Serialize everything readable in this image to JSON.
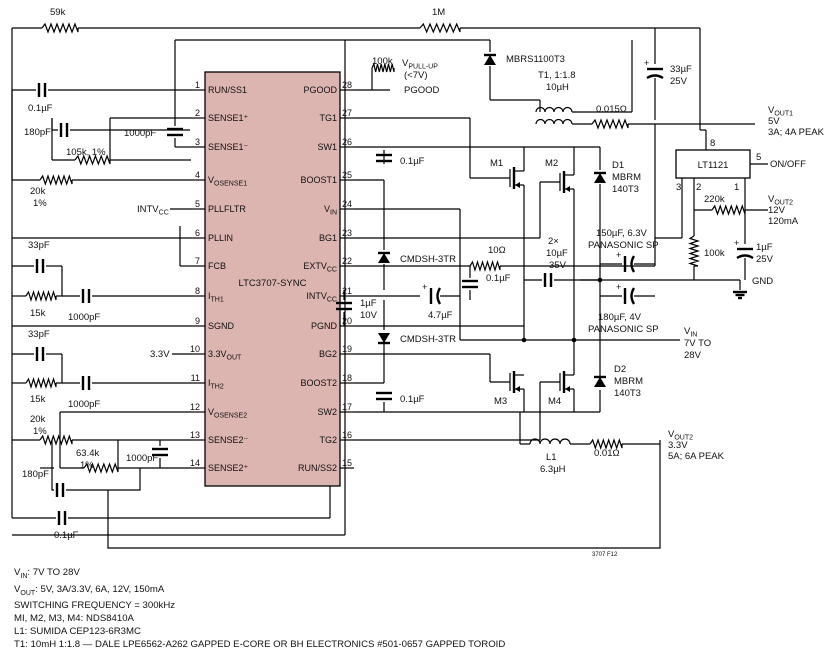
{
  "chip": {
    "name": "LTC3707-SYNC",
    "color": "#dcb4b0",
    "left_pins": [
      {
        "num": "1",
        "name": "RUN/SS1"
      },
      {
        "num": "2",
        "name": "SENSE1⁺"
      },
      {
        "num": "3",
        "name": "SENSE1⁻"
      },
      {
        "num": "4",
        "name": "VOSENSE1"
      },
      {
        "num": "5",
        "name": "PLLFLTR"
      },
      {
        "num": "6",
        "name": "PLLIN"
      },
      {
        "num": "7",
        "name": "FCB"
      },
      {
        "num": "8",
        "name": "ITH1"
      },
      {
        "num": "9",
        "name": "SGND"
      },
      {
        "num": "10",
        "name": "3.3VOUT"
      },
      {
        "num": "11",
        "name": "ITH2"
      },
      {
        "num": "12",
        "name": "VOSENSE2"
      },
      {
        "num": "13",
        "name": "SENSE2⁻"
      },
      {
        "num": "14",
        "name": "SENSE2⁺"
      }
    ],
    "right_pins": [
      {
        "num": "28",
        "name": "PGOOD"
      },
      {
        "num": "27",
        "name": "TG1"
      },
      {
        "num": "26",
        "name": "SW1"
      },
      {
        "num": "25",
        "name": "BOOST1"
      },
      {
        "num": "24",
        "name": "VIN"
      },
      {
        "num": "23",
        "name": "BG1"
      },
      {
        "num": "22",
        "name": "EXTVCC"
      },
      {
        "num": "21",
        "name": "INTVCC"
      },
      {
        "num": "20",
        "name": "PGND"
      },
      {
        "num": "19",
        "name": "BG2"
      },
      {
        "num": "18",
        "name": "BOOST2"
      },
      {
        "num": "17",
        "name": "SW2"
      },
      {
        "num": "16",
        "name": "TG2"
      },
      {
        "num": "15",
        "name": "RUN/SS2"
      }
    ]
  },
  "regulator": {
    "name": "LT1121",
    "pins": [
      "8",
      "5",
      "3",
      "2",
      "1"
    ],
    "on_off": "ON/OFF"
  },
  "components": {
    "r_59k": "59k",
    "r_1m": "1M",
    "c_0_1_top": "0.1µF",
    "c_180p_top": "180pF",
    "c_1000p_top": "1000pF",
    "r_105k": "105k, 1%",
    "r_20k_top": "20k",
    "r_20k_top_tol": "1%",
    "intvcc_label": "INTVCC",
    "c_33p_top": "33pF",
    "r_15k_top": "15k",
    "c_1000p_ith1": "1000pF",
    "v_3v3": "3.3V",
    "c_33p_bot": "33pF",
    "r_15k_bot": "15k",
    "c_1000p_ith2": "1000pF",
    "r_20k_bot": "20k",
    "r_20k_bot_tol": "1%",
    "r_63k4": "63.4k",
    "r_63k4_tol": "1%",
    "c_180p_bot": "180pF",
    "c_1000p_bot": "1000pF",
    "c_0_1_bot": "0.1µF",
    "r_100k_pullup": "100k",
    "v_pullup": "VPULL-UP",
    "v_pullup_max": "(<7V)",
    "pgood_label": "PGOOD",
    "d_mbrs": "MBRS1100T3",
    "t1_name": "T1, 1:1.8",
    "t1_ind": "10µH",
    "r_sense1": "0.015Ω",
    "c_33u": "33µF",
    "c_33u_v": "25V",
    "c_boost1": "0.1µF",
    "d_cmdsh1": "CMDSH-3TR",
    "r_10": "10Ω",
    "c_0_1_ext": "0.1µF",
    "c_4_7u": "4.7µF",
    "c_1u": "1µF",
    "c_1u_v": "10V",
    "d_cmdsh2": "CMDSH-3TR",
    "c_boost2": "0.1µF",
    "m1": "M1",
    "m2": "M2",
    "m3": "M3",
    "m4": "M4",
    "d1": "D1",
    "d1_part": "MBRM",
    "d1_part2": "140T3",
    "d2": "D2",
    "d2_part": "MBRM",
    "d2_part2": "140T3",
    "c_2x": "2×",
    "c_2x_val": "10µF",
    "c_2x_v": "35V",
    "c_150u": "150µF, 6.3V",
    "c_150u_type": "PANASONIC SP",
    "c_180u": "180µF, 4V",
    "c_180u_type": "PANASONIC SP",
    "l1": "L1",
    "l1_val": "6.3µH",
    "r_sense2": "0.01Ω",
    "r_220k": "220k",
    "r_100k": "100k",
    "c_1u_reg": "1µF",
    "c_1u_reg_v": "25V",
    "gnd": "GND",
    "fig_id": "3707 F12"
  },
  "outputs": {
    "vout1": "VOUT1",
    "vout1_v": "5V",
    "vout1_i": "3A; 4A PEAK",
    "vout2": "VOUT2",
    "vout2_v": "12V",
    "vout2_i": "120mA",
    "vin": "VIN",
    "vin_v": "7V TO",
    "vin_v2": "28V",
    "vout3": "VOUT2",
    "vout3_v": "3.3V",
    "vout3_i": "5A; 6A PEAK"
  },
  "notes": [
    "VIN: 7V TO 28V",
    "VOUT: 5V, 3A/3.3V, 6A, 12V, 150mA",
    "SWITCHING FREQUENCY = 300kHz",
    "MI, M2, M3, M4: NDS8410A",
    "L1: SUMIDA CEP123-6R3MC",
    "T1: 10mH 1:1.8 — DALE LPE6562-A262 GAPPED E-CORE OR BH ELECTRONICS #501-0657 GAPPED TOROID"
  ]
}
